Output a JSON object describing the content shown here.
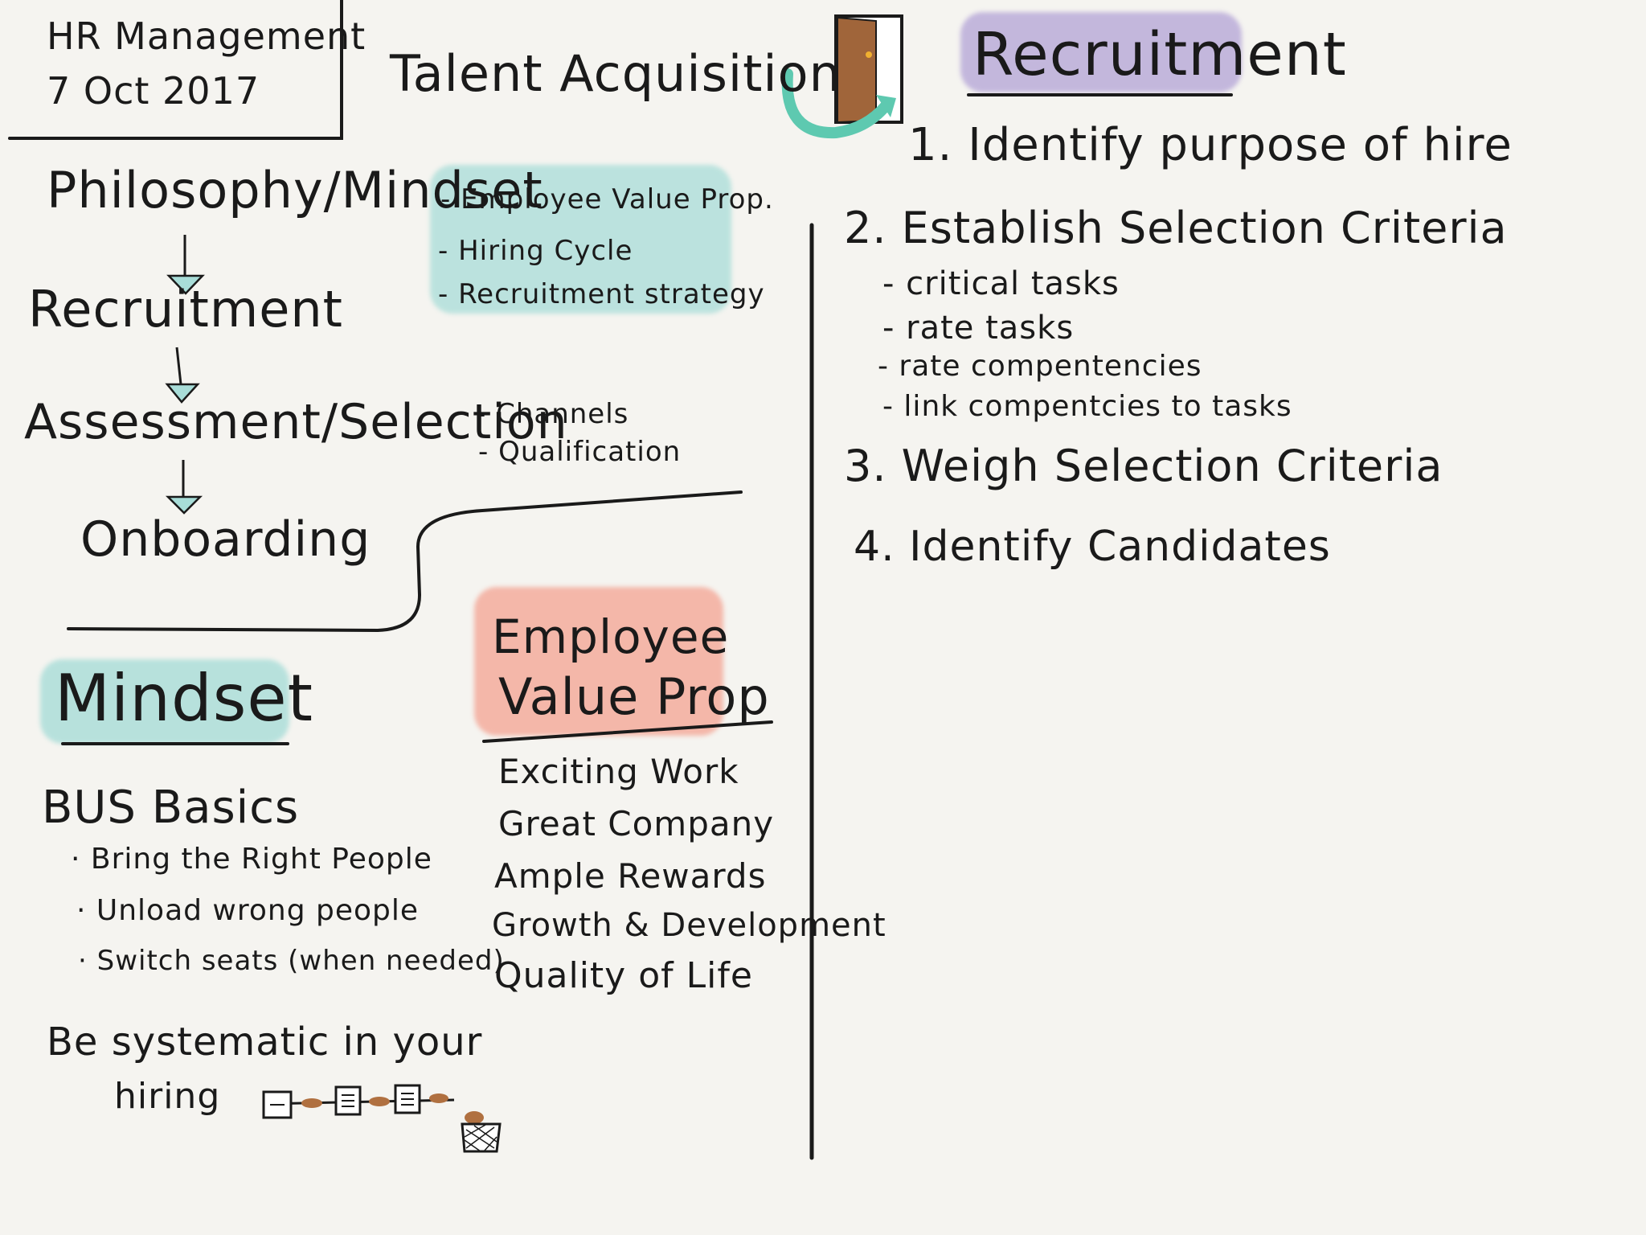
{
  "header": {
    "course": "HR Management",
    "date": "7 Oct 2017",
    "title": "Talent Acquisition"
  },
  "flow": {
    "steps": [
      "Philosophy/Mindset",
      "Recruitment",
      "Assessment/Selection",
      "Onboarding"
    ],
    "philosophy_notes": [
      "- Employee Value Prop.",
      "- Hiring Cycle",
      "- Recruitment strategy"
    ],
    "assessment_notes": [
      "- Channels",
      "- Qualification"
    ]
  },
  "mindset": {
    "heading": "Mindset",
    "bus_title": "BUS Basics",
    "bus_items": [
      "· Bring the Right People",
      "· Unload wrong people",
      "· Switch seats (when needed)"
    ],
    "systematic_line1": "Be systematic in your",
    "systematic_line2": "hiring"
  },
  "evp": {
    "heading_line1": "Employee",
    "heading_line2": "Value Prop",
    "items": [
      "Exciting Work",
      "Great Company",
      "Ample Rewards",
      "Growth & Development",
      "Quality of Life"
    ]
  },
  "recruitment": {
    "heading": "Recruitment",
    "step1": "1. Identify purpose of hire",
    "step2": "2. Establish Selection Criteria",
    "step2_items": [
      "- critical tasks",
      "- rate tasks",
      "- rate compentencies",
      "- link compentcies to tasks"
    ],
    "step3": "3. Weigh Selection Criteria",
    "step4": "4. Identify Candidates"
  },
  "colors": {
    "ink": "#1a1a1a",
    "teal_highlight": "#a8ddd8",
    "purple_highlight": "#b7a8d8",
    "salmon_highlight": "#f4a898",
    "arrow_fill": "#a8ddd8",
    "door": "#a0653a",
    "teal_arrow": "#5ec9b0"
  },
  "icons": [
    "door-icon",
    "curved-arrow-icon",
    "down-arrow-icon",
    "hiring-pipeline-icon",
    "basket-icon"
  ]
}
